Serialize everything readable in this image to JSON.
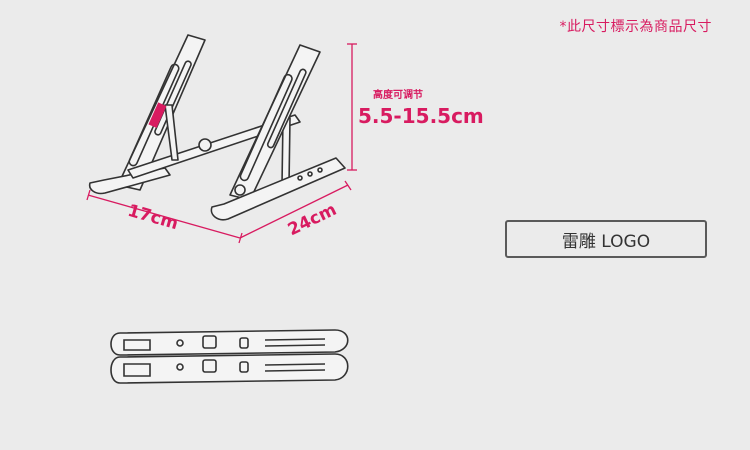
{
  "note": "*此尺寸標示為商品尺寸",
  "dimensions": {
    "adjustable_label": "高度可调节",
    "height_range": "5.5-15.5cm",
    "width": "17cm",
    "depth": "24cm"
  },
  "logo_box": {
    "label": "雷雕 LOGO"
  },
  "colors": {
    "accent": "#d81b60",
    "outline": "#333333",
    "background": "#ebebeb"
  }
}
